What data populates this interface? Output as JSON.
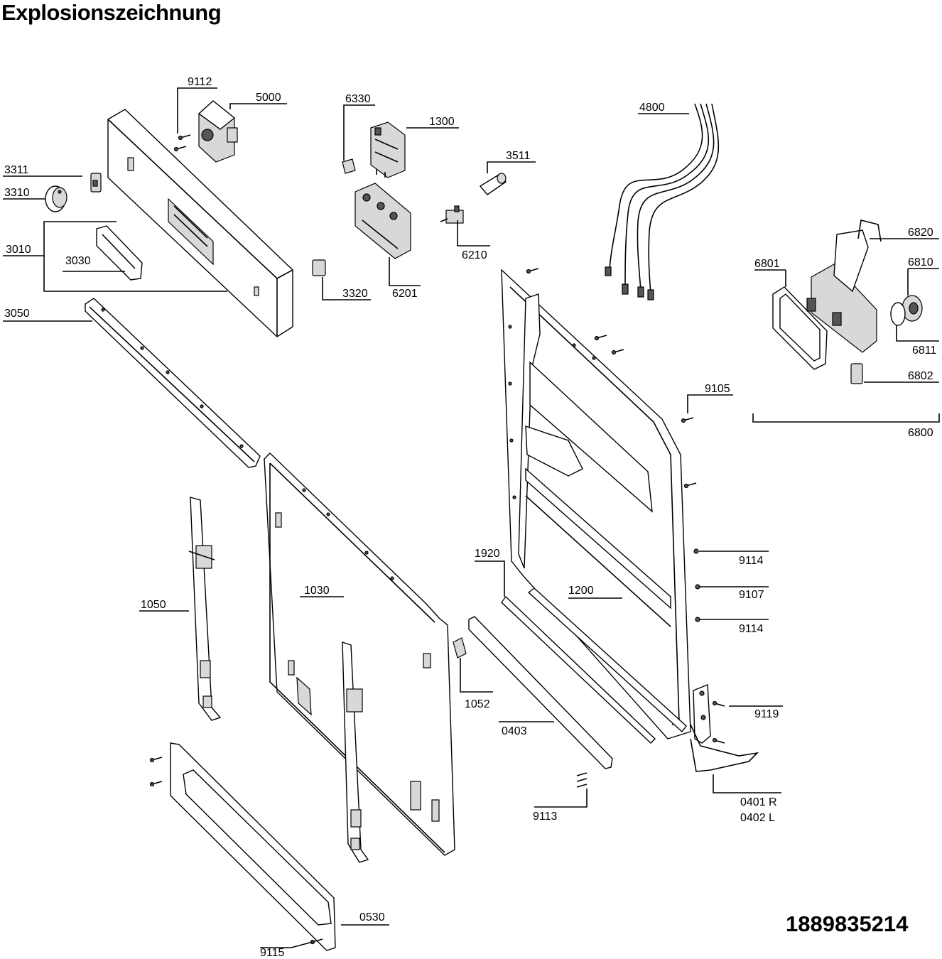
{
  "title": "Explosionszeichnung",
  "document_number": "1889835214",
  "labels": {
    "p9112": "9112",
    "p5000": "5000",
    "p6330": "6330",
    "p1300": "1300",
    "p4800": "4800",
    "p3511": "3511",
    "p3311": "3311",
    "p3310": "3310",
    "p3010": "3010",
    "p3030": "3030",
    "p3320": "3320",
    "p6201": "6201",
    "p6210": "6210",
    "p3050": "3050",
    "p6820": "6820",
    "p6801": "6801",
    "p6810": "6810",
    "p6811": "6811",
    "p6802": "6802",
    "p6800": "6800",
    "p9105": "9105",
    "p9114a": "9114",
    "p9107": "9107",
    "p9114b": "9114",
    "p1920": "1920",
    "p1200": "1200",
    "p1030": "1030",
    "p1050": "1050",
    "p1052": "1052",
    "p9119": "9119",
    "p0403": "0403",
    "p0401": "0401 R",
    "p0402": "0402 L",
    "p9113": "9113",
    "p0530": "0530",
    "p9115": "9115"
  }
}
